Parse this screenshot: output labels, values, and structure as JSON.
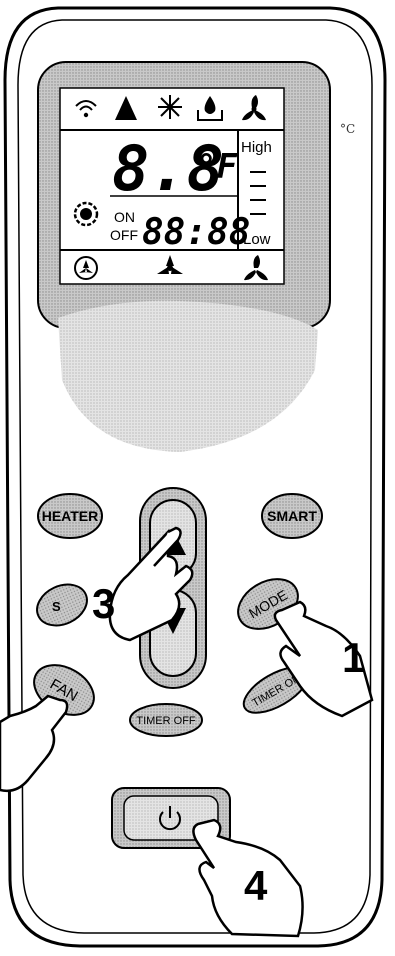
{
  "unit_symbol_corner": "°C",
  "display": {
    "temp_value": "8.8",
    "temp_unit": "°F",
    "time_value": "88:88",
    "on_label": "ON",
    "off_label": "OFF",
    "fan_high_label": "High",
    "fan_low_label": "Low",
    "top_icons": [
      "wifi-icon",
      "heat-triangle-icon",
      "snowflake-icon",
      "dehumidify-drop-icon",
      "fan-icon"
    ],
    "bottom_icons": [
      "fan-circle-icon",
      "fan-medium-icon",
      "fan-low-icon"
    ]
  },
  "buttons": {
    "heater": "HEATER",
    "smart": "SMART",
    "sleep_partial": "S",
    "mode": "MODE",
    "fan": "FAN",
    "timer_off": "TIMER OFF",
    "timer_on": "TIMER ON"
  },
  "steps": {
    "step1": "1",
    "step3": "3",
    "step4": "4"
  },
  "colors": {
    "body_outline": "#000000",
    "screen_frame": "#9a9a9a",
    "lcd_background": "#ffffff",
    "button_gray": "#a9a9a9"
  }
}
